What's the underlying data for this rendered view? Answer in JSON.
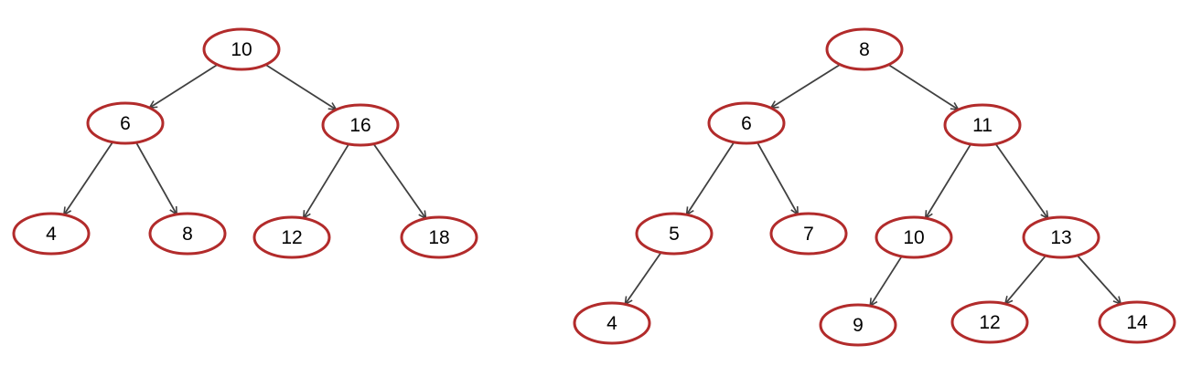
{
  "colors": {
    "node_stroke": "#b22b2b",
    "node_fill": "#ffffff",
    "edge": "#404040",
    "label": "#000000"
  },
  "trees": [
    {
      "id": "tree-left",
      "nodes": [
        {
          "id": "L10",
          "label": "10"
        },
        {
          "id": "L6",
          "label": "6"
        },
        {
          "id": "L16",
          "label": "16"
        },
        {
          "id": "L4",
          "label": "4"
        },
        {
          "id": "L8",
          "label": "8"
        },
        {
          "id": "L12",
          "label": "12"
        },
        {
          "id": "L18",
          "label": "18"
        }
      ],
      "edges": [
        {
          "from": "L10",
          "to": "L6"
        },
        {
          "from": "L10",
          "to": "L16"
        },
        {
          "from": "L6",
          "to": "L4"
        },
        {
          "from": "L6",
          "to": "L8"
        },
        {
          "from": "L16",
          "to": "L12"
        },
        {
          "from": "L16",
          "to": "L18"
        }
      ]
    },
    {
      "id": "tree-right",
      "nodes": [
        {
          "id": "R8",
          "label": "8"
        },
        {
          "id": "R6",
          "label": "6"
        },
        {
          "id": "R11",
          "label": "11"
        },
        {
          "id": "R5",
          "label": "5"
        },
        {
          "id": "R7",
          "label": "7"
        },
        {
          "id": "R10",
          "label": "10"
        },
        {
          "id": "R13",
          "label": "13"
        },
        {
          "id": "R4",
          "label": "4"
        },
        {
          "id": "R9",
          "label": "9"
        },
        {
          "id": "R12",
          "label": "12"
        },
        {
          "id": "R14",
          "label": "14"
        }
      ],
      "edges": [
        {
          "from": "R8",
          "to": "R6"
        },
        {
          "from": "R8",
          "to": "R11"
        },
        {
          "from": "R6",
          "to": "R5"
        },
        {
          "from": "R6",
          "to": "R7"
        },
        {
          "from": "R11",
          "to": "R10"
        },
        {
          "from": "R11",
          "to": "R13"
        },
        {
          "from": "R5",
          "to": "R4"
        },
        {
          "from": "R10",
          "to": "R9"
        },
        {
          "from": "R13",
          "to": "R12"
        },
        {
          "from": "R13",
          "to": "R14"
        }
      ]
    }
  ]
}
